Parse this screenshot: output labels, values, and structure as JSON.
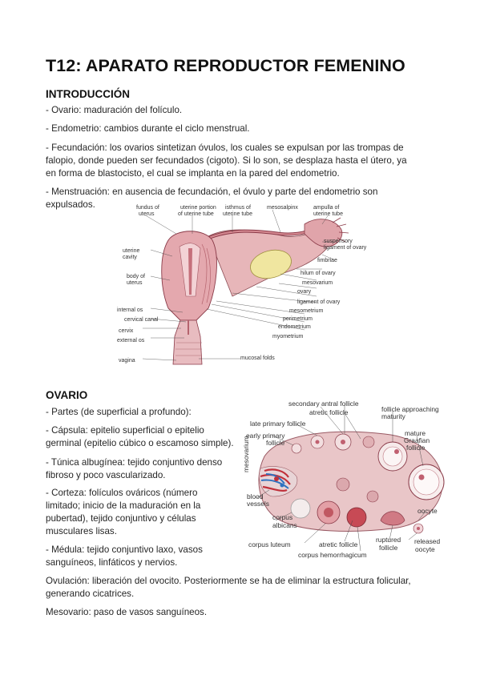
{
  "title": "T12: APARATO REPRODUCTOR FEMENINO",
  "intro": {
    "heading": "INTRODUCCIÓN",
    "p1": "- Ovario: maduración del folículo.",
    "p2": "- Endometrio: cambios durante el ciclo menstrual.",
    "p3_l1": "- Fecundación: los ovarios sintetizan óvulos, los cuales se expulsan por las trompas de",
    "p3_l2": "falopio, donde pueden ser fecundados (cigoto). Si lo son, se desplaza hasta el útero, ya",
    "p3_l3": "en forma de blastocisto, el cual se implanta en la pared del endometrio.",
    "p4_l1": "- Menstruación: en ausencia de fecundación, el óvulo y parte del endometrio son",
    "p4_l2": "expulsados."
  },
  "uterus_figure": {
    "labels": {
      "fundus": [
        "fundus of",
        "uterus"
      ],
      "uterine_portion": [
        "uterine portion",
        "of uterine tube"
      ],
      "isthmus": [
        "isthmus of",
        "uterine tube"
      ],
      "mesosalpinx": "mesosalpinx",
      "ampulla": [
        "ampulla of",
        "uterine tube"
      ],
      "suspensory": [
        "suspensory",
        "ligament of ovary"
      ],
      "fimbriae": "fimbriae",
      "hilum": "hilum of ovary",
      "mesovarium": "mesovarium",
      "ovary": "ovary",
      "ligament_ovary": "ligament of ovary",
      "mesometrium": "mesometrium",
      "perimetrium": "perimetrium",
      "endometrium": "endometrium",
      "myometrium": "myometrium",
      "uterine_cavity": [
        "uterine",
        "cavity"
      ],
      "body_uterus": [
        "body of",
        "uterus"
      ],
      "internal_os": "internal os",
      "cervical_canal": "cervical canal",
      "cervix": "cervix",
      "external_os": "external os",
      "vagina": "vagina",
      "mucosal_folds": "mucosal folds"
    }
  },
  "ovario": {
    "heading": "OVARIO",
    "p1": "- Partes (de superficial a profundo):",
    "p2_l1": "- Cápsula: epitelio superficial o epitelio",
    "p2_l2": "germinal (epitelio cúbico o escamoso simple).",
    "p3_l1": "- Túnica albugínea: tejido conjuntivo denso",
    "p3_l2": "fibroso y poco vascularizado.",
    "p4_l1": "- Corteza: folículos ováricos (número",
    "p4_l2": "limitado; inicio de la maduración en la",
    "p4_l3": "pubertad), tejido conjuntivo y células",
    "p4_l4": "musculares lisas.",
    "p5_l1": "- Médula: tejido conjuntivo laxo, vasos",
    "p5_l2": "sanguíneos, linfáticos y nervios.",
    "p6_l1": "Ovulación: liberación del ovocito. Posteriormente se ha de eliminar la estructura folicular,",
    "p6_l2": "generando cicatrices.",
    "p7": "Mesovario: paso de vasos sanguíneos."
  },
  "ovary_figure": {
    "labels": {
      "secondary": "secondary  antral  follicle",
      "atretic_top": "atretic follicle",
      "approaching": [
        "follicle  approaching",
        "maturity"
      ],
      "late_primary": "late  primary  follicle",
      "early_primary": [
        "early  primary",
        "follicle"
      ],
      "mesovarium": "mesovarium",
      "mature": [
        "mature",
        "Graafian",
        "follicle"
      ],
      "blood_vessels": [
        "blood",
        "vessels"
      ],
      "oocyte": "oocyte",
      "corpus_albicans": [
        "corpus",
        "albicans"
      ],
      "released": [
        "released",
        "oocyte"
      ],
      "ruptured": [
        "ruptured",
        "follicle"
      ],
      "corpus_luteum": "corpus  luteum",
      "atretic_bottom": "atretic  follicle",
      "corpus_hemorrhagicum": "corpus  hemorrhagicum"
    }
  }
}
